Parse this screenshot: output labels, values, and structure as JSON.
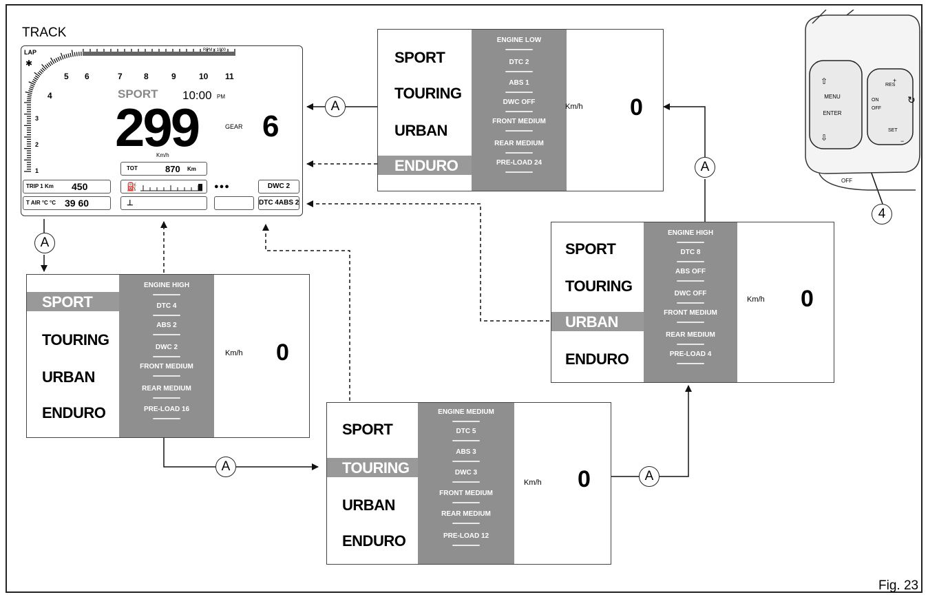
{
  "figure_label": "Fig. 23",
  "track_label": "TRACK",
  "callout_label": "A",
  "button_callout": "4",
  "dashboard": {
    "lap_label": "LAP",
    "rpm_label": "RPM x 1000",
    "rpm_ticks": [
      "1",
      "2",
      "3",
      "4",
      "5",
      "6",
      "7",
      "8",
      "9",
      "10",
      "11"
    ],
    "mode": "SPORT",
    "time": "10:00",
    "time_suffix": "PM",
    "speed": "299",
    "speed_unit": "Km/h",
    "gear_label": "GEAR",
    "gear": "6",
    "tot_label": "TOT",
    "tot_value": "870",
    "tot_unit": "Km",
    "trip_label": "TRIP 1 Km",
    "trip_value": "450",
    "air_label": "T AIR °C °C",
    "air_value": "39 60",
    "dwc": "DWC 2",
    "dtc": "DTC 4ABS 2"
  },
  "switch": {
    "res": "RES",
    "menu": "MENU",
    "enter": "ENTER",
    "on": "ON",
    "off": "OFF",
    "set": "SET",
    "off_bottom": "OFF"
  },
  "kmh": "Km/h",
  "zero": "0",
  "modes": [
    "SPORT",
    "TOURING",
    "URBAN",
    "ENDURO"
  ],
  "screens": {
    "enduro": {
      "params": [
        "ENGINE LOW",
        "DTC 2",
        "ABS 1",
        "DWC OFF",
        "FRONT MEDIUM",
        "REAR MEDIUM",
        "PRE-LOAD 24"
      ]
    },
    "sport": {
      "params": [
        "ENGINE HIGH",
        "DTC 4",
        "ABS 2",
        "DWC 2",
        "FRONT MEDIUM",
        "REAR MEDIUM",
        "PRE-LOAD 16"
      ]
    },
    "touring": {
      "params": [
        "ENGINE MEDIUM",
        "DTC 5",
        "ABS 3",
        "DWC 3",
        "FRONT MEDIUM",
        "REAR MEDIUM",
        "PRE-LOAD 12"
      ]
    },
    "urban": {
      "params": [
        "ENGINE HIGH",
        "DTC 8",
        "ABS OFF",
        "DWC OFF",
        "FRONT MEDIUM",
        "REAR MEDIUM",
        "PRE-LOAD 4"
      ]
    }
  }
}
